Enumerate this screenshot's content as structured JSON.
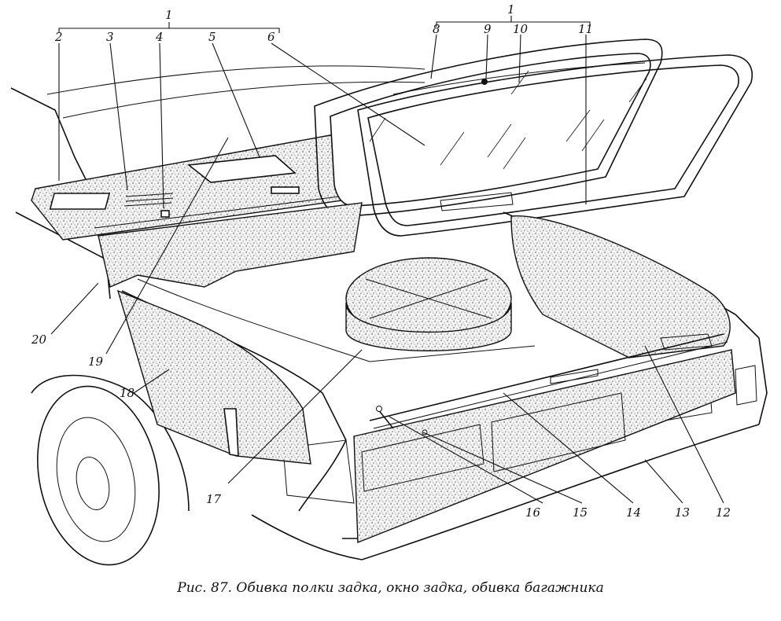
{
  "caption": "Рис. 87. Обивка полки задка, окно задка, обивка багажника",
  "callouts": {
    "c1a": "1",
    "c1b": "1",
    "c2": "2",
    "c3": "3",
    "c4": "4",
    "c5": "5",
    "c6": "6",
    "c8": "8",
    "c9": "9",
    "c10": "10",
    "c11": "11",
    "c12": "12",
    "c13": "13",
    "c14": "14",
    "c15": "15",
    "c16": "16",
    "c17": "17",
    "c18": "18",
    "c19": "19",
    "c20": "20"
  }
}
